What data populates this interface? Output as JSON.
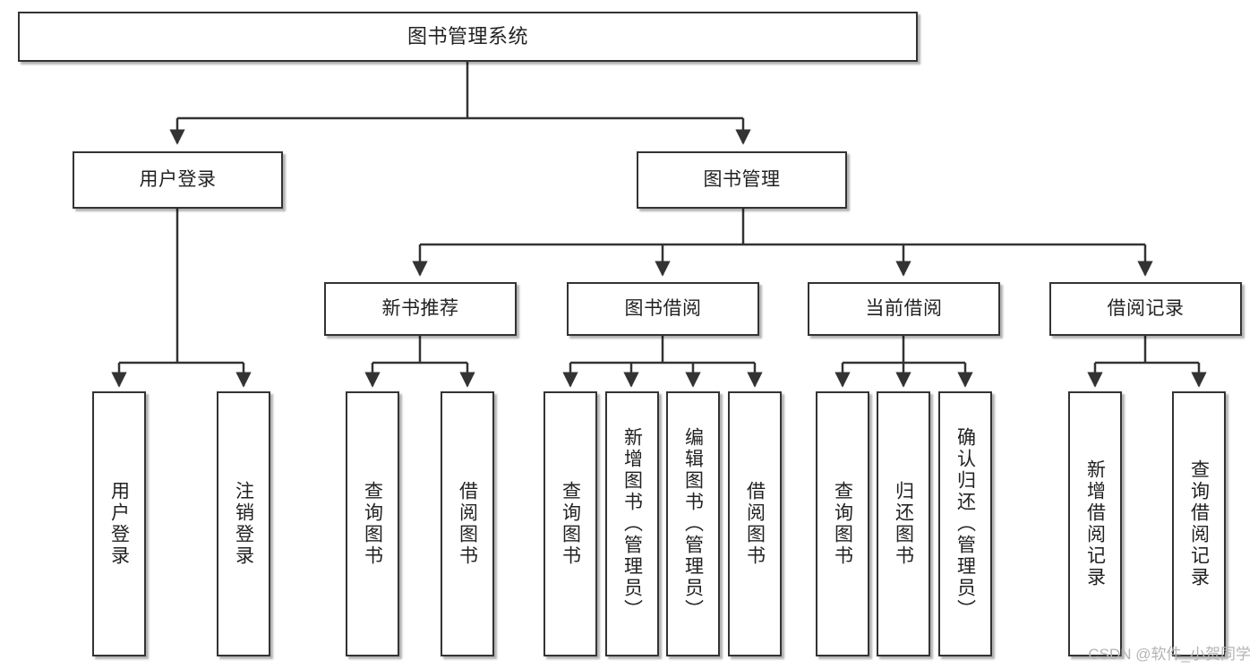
{
  "diagram": {
    "title": "图书管理系统",
    "type": "tree",
    "colors": {
      "node_border": "#333333",
      "node_fill": "#ffffff",
      "edge": "#333333",
      "text": "#222222",
      "watermark": "#b4b4b4"
    },
    "root": {
      "label": "图书管理系统"
    },
    "level2": [
      {
        "id": "user-login",
        "label": "用户登录"
      },
      {
        "id": "book-management",
        "label": "图书管理"
      }
    ],
    "level3": [
      {
        "id": "new-book-recommend",
        "label": "新书推荐"
      },
      {
        "id": "book-borrow",
        "label": "图书借阅"
      },
      {
        "id": "current-borrow",
        "label": "当前借阅"
      },
      {
        "id": "borrow-record",
        "label": "借阅记录"
      }
    ],
    "leaves": [
      {
        "id": "leaf-user-login",
        "parent": "user-login",
        "label": "用户登录"
      },
      {
        "id": "leaf-logout",
        "parent": "user-login",
        "label": "注销登录"
      },
      {
        "id": "leaf-query-book-1",
        "parent": "new-book-recommend",
        "label": "查询图书"
      },
      {
        "id": "leaf-borrow-book-1",
        "parent": "new-book-recommend",
        "label": "借阅图书"
      },
      {
        "id": "leaf-query-book-2",
        "parent": "book-borrow",
        "label": "查询图书"
      },
      {
        "id": "leaf-add-book",
        "parent": "book-borrow",
        "label": "新增图书（管理员）"
      },
      {
        "id": "leaf-edit-book",
        "parent": "book-borrow",
        "label": "编辑图书（管理员）"
      },
      {
        "id": "leaf-borrow-book-2",
        "parent": "book-borrow",
        "label": "借阅图书"
      },
      {
        "id": "leaf-query-book-3",
        "parent": "current-borrow",
        "label": "查询图书"
      },
      {
        "id": "leaf-return-book",
        "parent": "current-borrow",
        "label": "归还图书"
      },
      {
        "id": "leaf-confirm-return",
        "parent": "current-borrow",
        "label": "确认归还（管理员）"
      },
      {
        "id": "leaf-add-record",
        "parent": "borrow-record",
        "label": "新增借阅记录"
      },
      {
        "id": "leaf-query-record",
        "parent": "borrow-record",
        "label": "查询借阅记录"
      }
    ]
  },
  "watermark": {
    "text": "CSDN @软件_小贺同学"
  }
}
